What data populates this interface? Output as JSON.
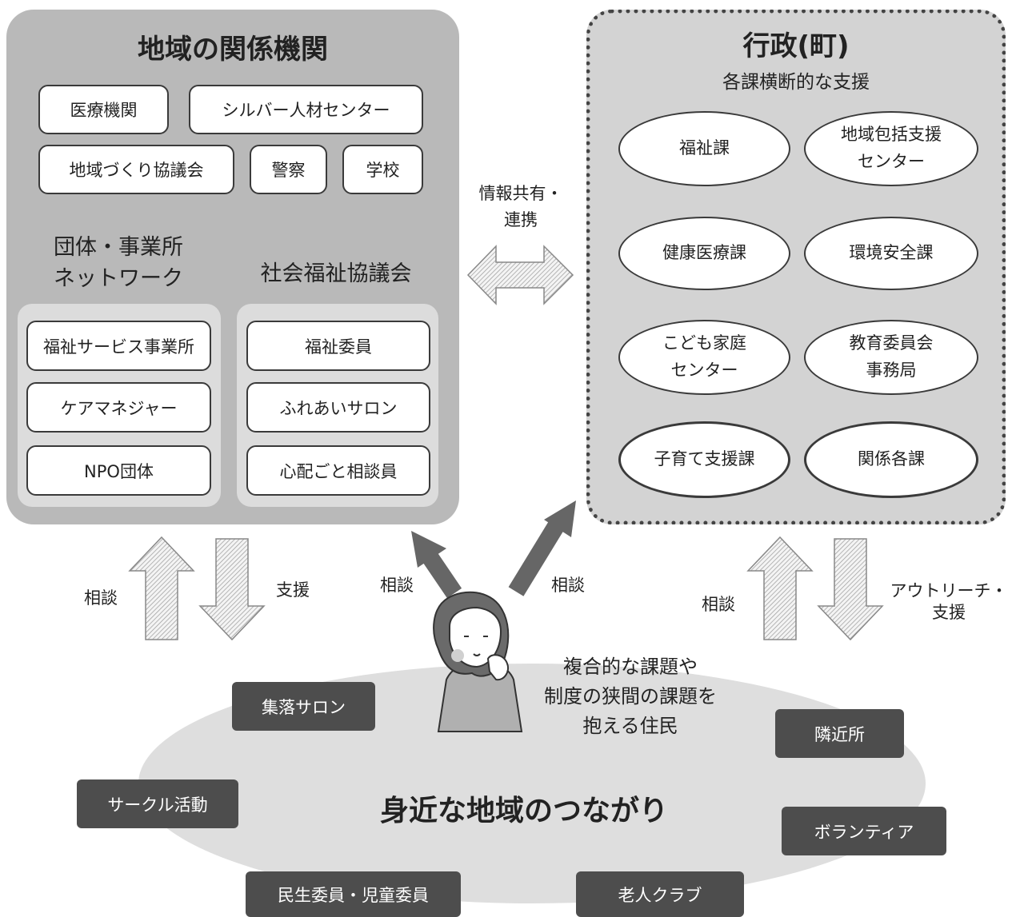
{
  "left_panel": {
    "title": "地域の関係機関",
    "top_boxes": [
      "医療機関",
      "シルバー人材センター",
      "地域づくり協議会",
      "警察",
      "学校"
    ],
    "group1": {
      "title_line1": "団体・事業所",
      "title_line2": "ネットワーク",
      "items": [
        "福祉サービス事業所",
        "ケアマネジャー",
        "NPO団体"
      ]
    },
    "group2": {
      "title": "社会福祉協議会",
      "items": [
        "福祉委員",
        "ふれあいサロン",
        "心配ごと相談員"
      ]
    }
  },
  "right_panel": {
    "title": "行政(町)",
    "subtitle": "各課横断的な支援",
    "departments": [
      {
        "line1": "福祉課",
        "line2": ""
      },
      {
        "line1": "地域包括支援",
        "line2": "センター"
      },
      {
        "line1": "健康医療課",
        "line2": ""
      },
      {
        "line1": "環境安全課",
        "line2": ""
      },
      {
        "line1": "こども家庭",
        "line2": "センター"
      },
      {
        "line1": "教育委員会",
        "line2": "事務局"
      },
      {
        "line1": "子育て支援課",
        "line2": ""
      },
      {
        "line1": "関係各課",
        "line2": ""
      }
    ]
  },
  "connection": {
    "label_line1": "情報共有・",
    "label_line2": "連携"
  },
  "flows": {
    "left_up": "相談",
    "left_down": "支援",
    "diag_left": "相談",
    "diag_right": "相談",
    "right_up": "相談",
    "right_down_line1": "アウトリーチ・",
    "right_down_line2": "支援"
  },
  "resident": {
    "line1": "複合的な課題や",
    "line2": "制度の狭間の課題を",
    "line3": "抱える住民"
  },
  "community": {
    "title": "身近な地域のつながり",
    "items": [
      "集落サロン",
      "隣近所",
      "サークル活動",
      "ボランティア",
      "民生委員・児童委員",
      "老人クラブ"
    ]
  },
  "colors": {
    "left_panel": "#b9b9b9",
    "right_panel": "#d3d3d3",
    "ellipse_bg": "#dedede",
    "dark_box": "#4d4d4d",
    "arrow": "#666666"
  }
}
